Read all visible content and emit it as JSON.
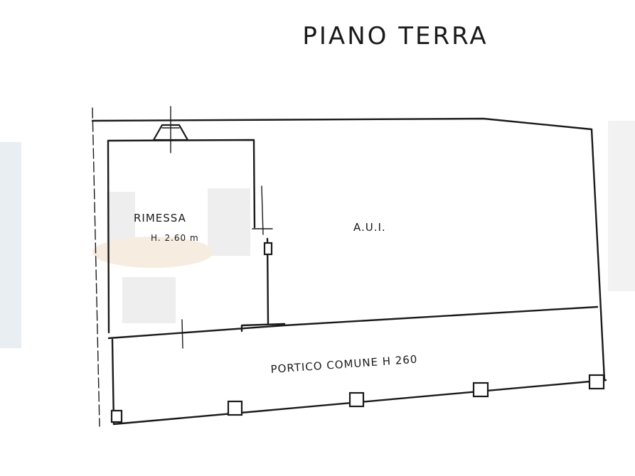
{
  "title": "PIANO TERRA",
  "rooms": {
    "rimessa": {
      "name": "RIMESSA",
      "height": "H. 2.60 m"
    },
    "aui": {
      "name": "A.U.I."
    },
    "portico": {
      "name": "PORTICO COMUNE H 260"
    }
  },
  "pillar_count": 5
}
